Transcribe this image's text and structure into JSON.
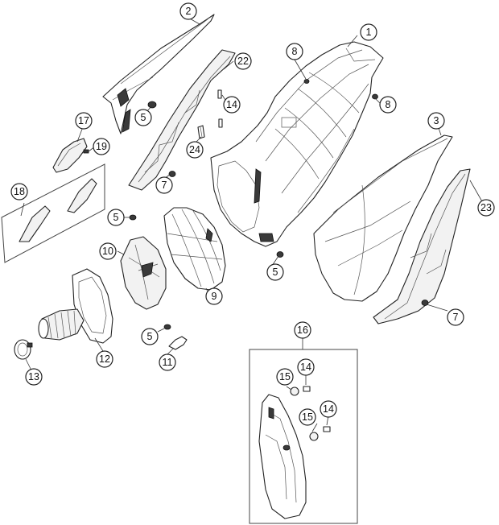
{
  "callouts": [
    {
      "id": "1",
      "label": "1"
    },
    {
      "id": "2",
      "label": "2"
    },
    {
      "id": "3",
      "label": "3"
    },
    {
      "id": "5a",
      "label": "5"
    },
    {
      "id": "5b",
      "label": "5"
    },
    {
      "id": "5c",
      "label": "5"
    },
    {
      "id": "5d",
      "label": "5"
    },
    {
      "id": "7a",
      "label": "7"
    },
    {
      "id": "7b",
      "label": "7"
    },
    {
      "id": "8a",
      "label": "8"
    },
    {
      "id": "8b",
      "label": "8"
    },
    {
      "id": "9",
      "label": "9"
    },
    {
      "id": "10",
      "label": "10"
    },
    {
      "id": "11",
      "label": "11"
    },
    {
      "id": "12",
      "label": "12"
    },
    {
      "id": "13",
      "label": "13"
    },
    {
      "id": "14a",
      "label": "14"
    },
    {
      "id": "14b",
      "label": "14"
    },
    {
      "id": "14c",
      "label": "14"
    },
    {
      "id": "15a",
      "label": "15"
    },
    {
      "id": "15b",
      "label": "15"
    },
    {
      "id": "16",
      "label": "16"
    },
    {
      "id": "17",
      "label": "17"
    },
    {
      "id": "18",
      "label": "18"
    },
    {
      "id": "19",
      "label": "19"
    },
    {
      "id": "22",
      "label": "22"
    },
    {
      "id": "23",
      "label": "23"
    },
    {
      "id": "24",
      "label": "24"
    }
  ]
}
